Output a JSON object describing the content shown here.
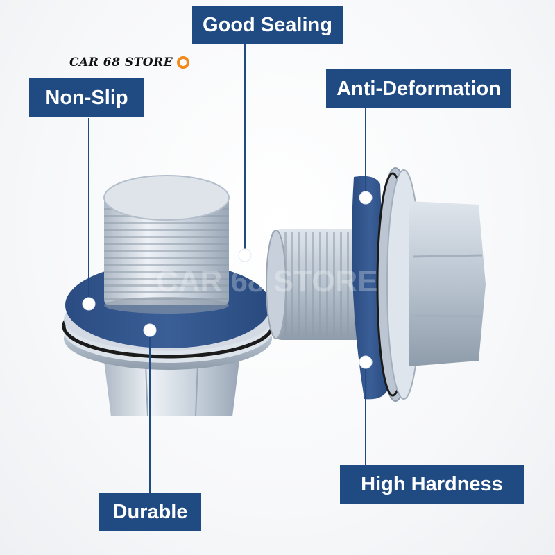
{
  "brand": {
    "name": "CAR 68 STORE",
    "icon": "tire-ring-icon",
    "color": "#f08a1c"
  },
  "labels": {
    "good_sealing": "Good Sealing",
    "non_slip": "Non-Slip",
    "anti_deformation": "Anti-Deformation",
    "high_hardness": "High Hardness",
    "durable": "Durable"
  },
  "colors": {
    "label_bg": "#1f4a82",
    "label_text": "#ffffff",
    "washer": "#2b4f86",
    "steel": "#c9d3de"
  }
}
